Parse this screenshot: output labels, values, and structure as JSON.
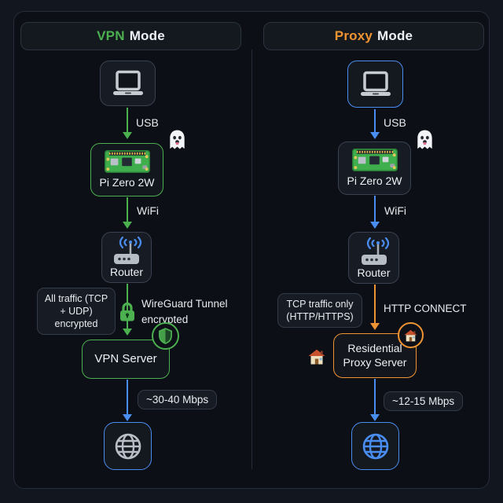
{
  "colors": {
    "green": "#4caf50",
    "orange": "#ef9433",
    "blue": "#4a8df0",
    "page_bg": "#12161e",
    "card_bg": "#0c0f15",
    "text": "#edf0f4"
  },
  "headers": {
    "vpn": {
      "highlight": "VPN",
      "rest": "Mode"
    },
    "proxy": {
      "highlight": "Proxy",
      "rest": "Mode"
    }
  },
  "vpn_column": {
    "nodes": {
      "pi": "Pi Zero 2W",
      "router": "Router",
      "server": "VPN Server"
    },
    "edges": {
      "usb": "USB",
      "wifi": "WiFi",
      "tunnel": "WireGuard Tunnel encrypted",
      "traffic_note": "All traffic (TCP + UDP) encrypted",
      "speed": "~30-40 Mbps"
    }
  },
  "proxy_column": {
    "nodes": {
      "pi": "Pi Zero 2W",
      "router": "Router",
      "server": "Residential Proxy Server"
    },
    "edges": {
      "usb": "USB",
      "wifi": "WiFi",
      "connect": "HTTP CONNECT",
      "traffic_note": "TCP traffic only (HTTP/HTTPS)",
      "speed": "~12-15 Mbps"
    }
  },
  "icons": {
    "laptop": "laptop-icon",
    "pi_board": "pi-board-icon",
    "router": "router-icon",
    "globe": "globe-icon",
    "lock": "lock-icon",
    "shield": "shield-icon",
    "ghost": "ghost-icon",
    "house": "house-icon"
  }
}
